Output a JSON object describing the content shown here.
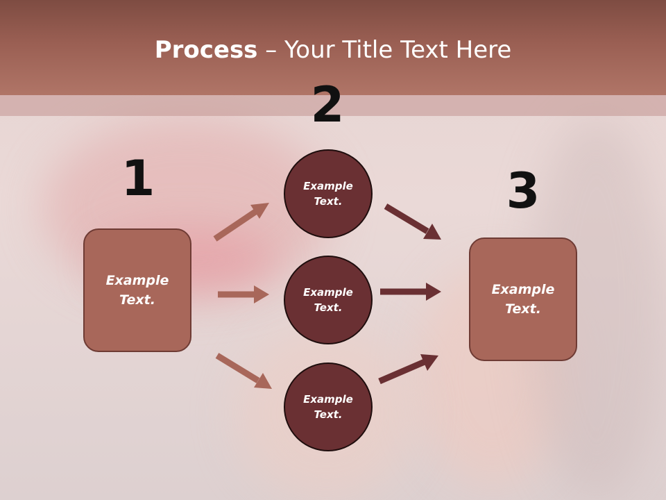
{
  "title": {
    "bold": "Process",
    "rest": " – Your Title Text Here"
  },
  "steps": [
    {
      "number": "1",
      "box_line1": "Example",
      "box_line2": "Text."
    },
    {
      "number": "2"
    },
    {
      "number": "3",
      "box_line1": "Example",
      "box_line2": "Text."
    }
  ],
  "circles": [
    {
      "line1": "Example",
      "line2": "Text."
    },
    {
      "line1": "Example",
      "line2": "Text."
    },
    {
      "line1": "Example",
      "line2": "Text."
    }
  ],
  "colors": {
    "title_bar": "#9a5f53",
    "box_fill": "#a8675a",
    "circle_fill": "#6a3033",
    "arrow_light": "#a8675a",
    "arrow_dark": "#6a3033"
  }
}
